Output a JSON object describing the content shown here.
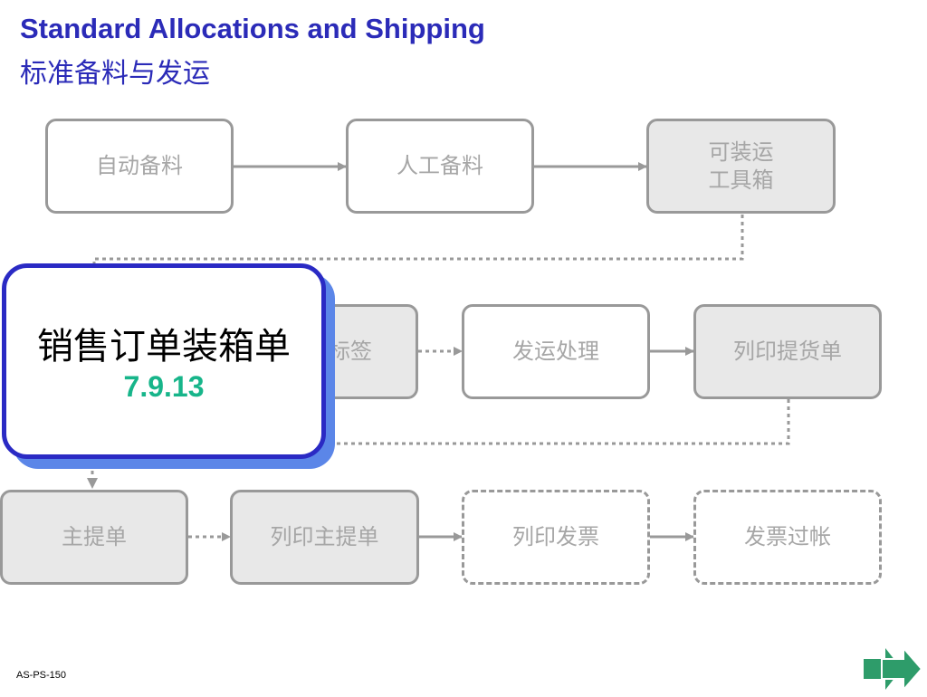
{
  "header": {
    "title_en": "Standard Allocations and Shipping",
    "title_zh": "标准备料与发运"
  },
  "nodes": [
    {
      "id": "auto-allocation",
      "label": "自动备料"
    },
    {
      "id": "manual-allocation",
      "label": "人工备料"
    },
    {
      "id": "shippable-kit",
      "label": "可装运\n工具箱"
    },
    {
      "id": "label",
      "label": "标签"
    },
    {
      "id": "ship-process",
      "label": "发运处理"
    },
    {
      "id": "print-bill-of-lading",
      "label": "列印提货单"
    },
    {
      "id": "master-bill",
      "label": "主提单"
    },
    {
      "id": "print-master-bill",
      "label": "列印主提单"
    },
    {
      "id": "print-invoice",
      "label": "列印发票"
    },
    {
      "id": "post-invoice",
      "label": "发票过帐"
    }
  ],
  "callout": {
    "title": "销售订单装箱单",
    "code": "7.9.13"
  },
  "footer": {
    "page_code": "AS-PS-150"
  },
  "colors": {
    "title": "#2b2bb8",
    "box_border": "#999999",
    "box_text": "#a6a6a6",
    "box_fill_grey": "#e8e8e8",
    "callout_border": "#2a2ac4",
    "callout_shadow": "#5b86e8",
    "callout_code": "#17b58a",
    "next_arrow": "#2e9c6a"
  },
  "icons": {
    "next": "double-right-arrow-icon"
  }
}
